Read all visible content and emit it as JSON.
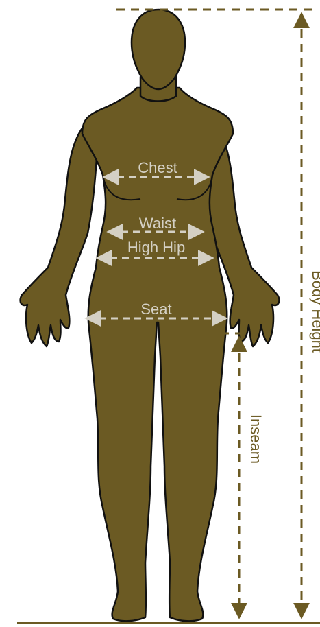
{
  "colors": {
    "body_fill": "#6b5a23",
    "outline": "#111111",
    "measure_light": "#d4d0c4",
    "measure_dark": "#6b5a23",
    "ground": "#6b5a23"
  },
  "labels": {
    "chest": "Chest",
    "waist": "Waist",
    "high_hip": "High Hip",
    "seat": "Seat",
    "inseam": "Inseam",
    "body_height": "Body Height"
  }
}
